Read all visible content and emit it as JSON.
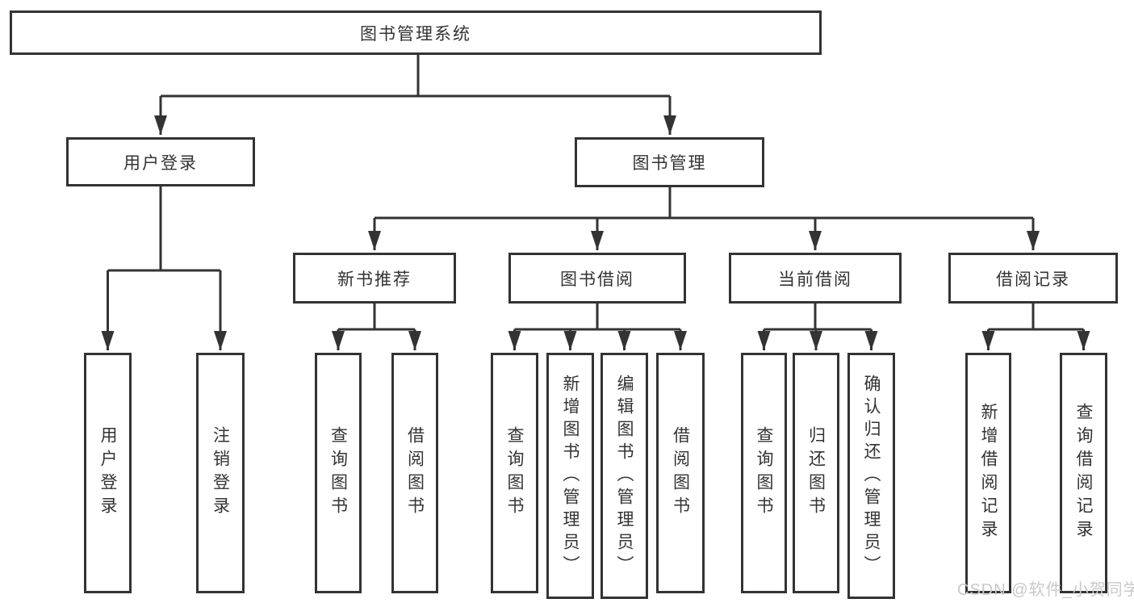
{
  "tree": {
    "root": "图书管理系统",
    "branches": {
      "user_login": "用户登录",
      "book_management": "图书管理"
    },
    "modules": {
      "new_book_recommend": "新书推荐",
      "book_borrowing": "图书借阅",
      "current_borrowing": "当前借阅",
      "borrowing_records": "借阅记录"
    },
    "leaves": {
      "user_login": "用户登录",
      "logout": "注销登录",
      "nbr_query_books": "查询图书",
      "nbr_borrow_books": "借阅图书",
      "bb_query_books": "查询图书",
      "bb_add_books_admin": "新增图书（管理员）",
      "bb_edit_books_admin": "编辑图书（管理员）",
      "bb_borrow_books": "借阅图书",
      "cb_query_books": "查询图书",
      "cb_return_books": "归还图书",
      "cb_confirm_return_admin": "确认归还（管理员）",
      "br_add_record": "新增借阅记录",
      "br_query_record": "查询借阅记录"
    }
  },
  "watermark": "CSDN @软件_小贺同学",
  "colors": {
    "line": "#333333",
    "text": "#333333",
    "background": "#ffffff",
    "watermark": "#c9c9c9"
  }
}
